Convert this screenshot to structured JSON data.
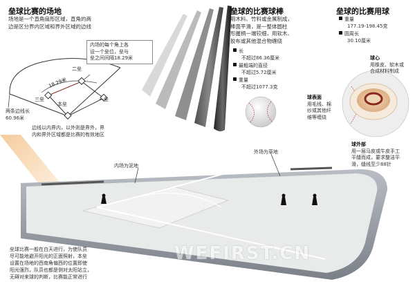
{
  "field": {
    "title": "垒球比赛的场地",
    "desc": [
      "场地是一个直角扇形区域，直角的两",
      "边是区分界内区域和界外区域的边线"
    ],
    "bases": {
      "second": "二垒",
      "third": "三垒",
      "first": "一垒",
      "home": "本垒"
    },
    "distance": "18.29米",
    "callout": [
      "内场的每个角上各",
      "设一个垒位，垒与",
      "垒之间间隔18.29米"
    ],
    "foul_line": [
      "两条边线长",
      "60.96米"
    ],
    "boundary_note": [
      "边线以内界内，以外则是界外，界",
      "内和界外区域都是比赛的有效地区"
    ]
  },
  "bat": {
    "title": "垒球的比赛球棒",
    "desc": [
      "用木料、竹料或金属制成，",
      "棒面平滑，是一整体圆柱",
      "形握柄一端较细，用软木、",
      "胶布或其他混合物缠绕"
    ],
    "specs": [
      {
        "label": "长",
        "value": "不超过86.36厘米"
      },
      {
        "label": "最粗端的直径",
        "value": "不超过5.72厘米"
      },
      {
        "label": "重量",
        "value": "不超过1077.3克"
      }
    ]
  },
  "ball": {
    "title": "垒球的比赛用球",
    "specs": [
      {
        "label": "重量",
        "value": "177.19-198.45克"
      },
      {
        "label": "圆周长",
        "value": "30.10厘米"
      }
    ],
    "core": {
      "label": "球心",
      "text": [
        "用橡皮、软木或",
        "合成材料制成"
      ]
    },
    "surface": {
      "label": "球表面",
      "text": [
        "用毛线、棉",
        "纱或其他纤",
        "维等缠绕"
      ]
    },
    "cover": {
      "label": "球外部",
      "text": [
        "用一层马皮或牛皮手工",
        "平缝而成，要求整洁平",
        "滑，缝线至少88针"
      ]
    }
  },
  "stadium": {
    "infield_label": "内场为泥地",
    "outfield_label": "外场为草地",
    "note": [
      "垒球比赛一般在白天进行，为使队员",
      "尽可能地避开阳光的正面照射，本垒",
      "设置在场地的西南角偏西的位置即使",
      "阳光强烈，队员也都是侧对太阳站立，",
      "无碍对来球的判断，比赛能正常进行"
    ]
  },
  "watermark": "WEFIRST.CN",
  "colors": {
    "accent": "#c0392b",
    "grass": "#e4e8e6",
    "wall": "#8a8f96"
  }
}
